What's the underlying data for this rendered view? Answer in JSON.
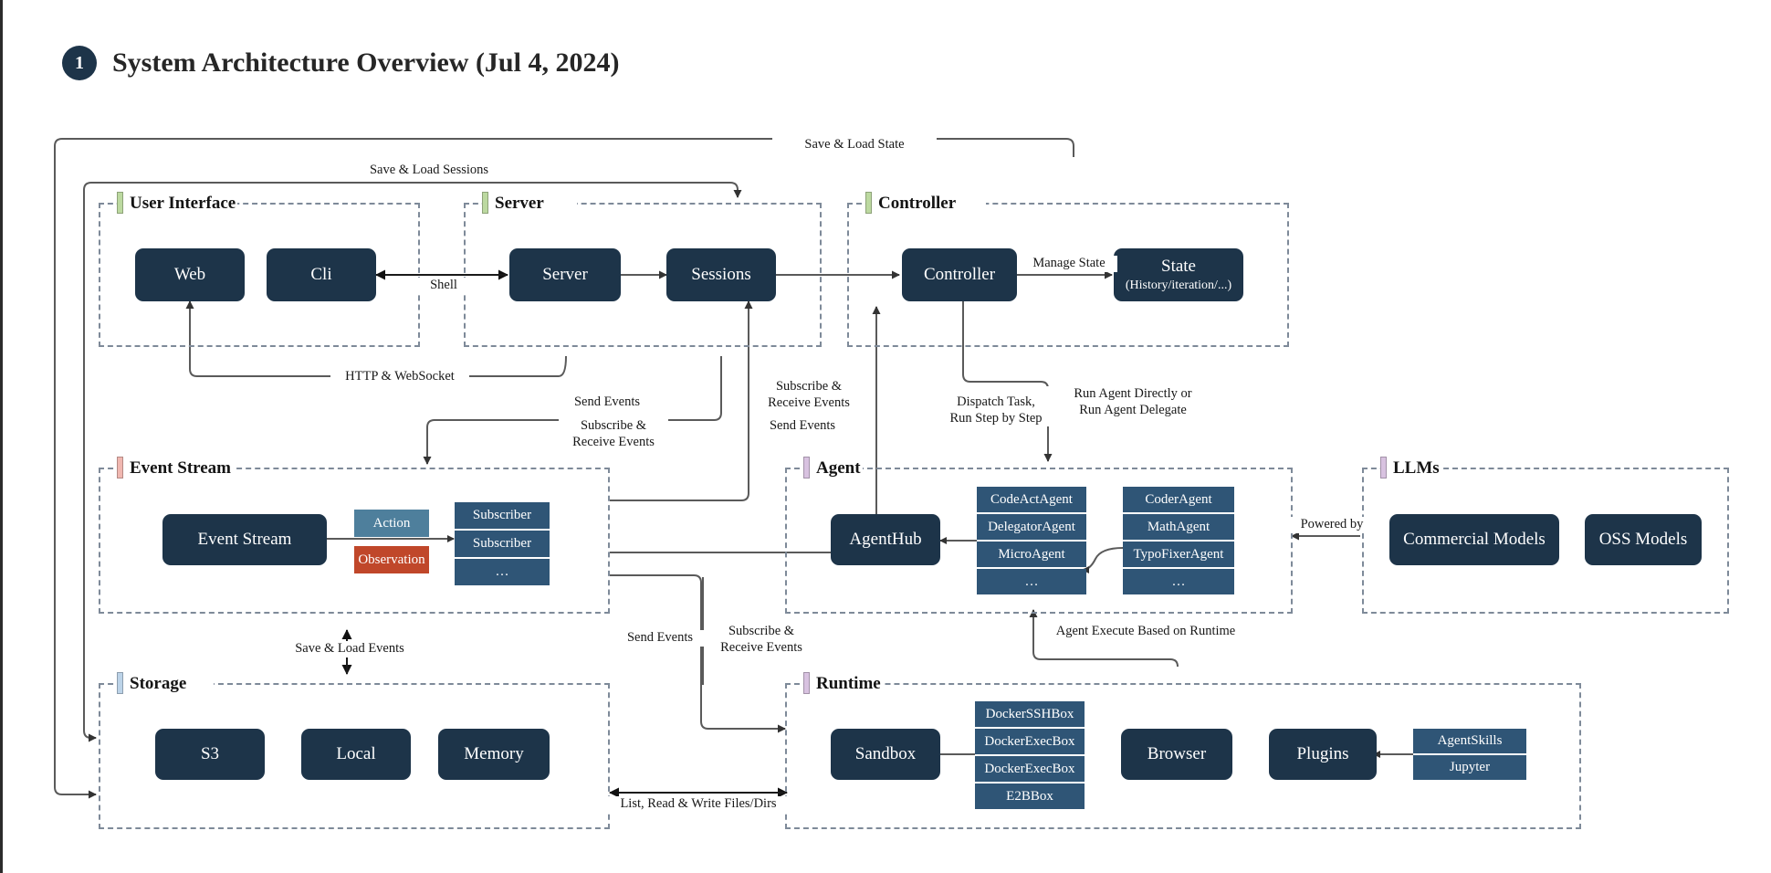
{
  "slide": {
    "number": "1",
    "title": "System Architecture Overview (Jul 4, 2024)"
  },
  "colors": {
    "node_fill": "#1d3449",
    "stack_fill": "#2f5576",
    "action_fill": "#4e7f9c",
    "observation_fill": "#c0472a",
    "group_border": "#7e8a99",
    "wire": "#5a5a5a",
    "marker_ui": "#bcd9a0",
    "marker_server": "#bcd9a0",
    "marker_controller": "#bcd9a0",
    "marker_event_stream": "#f0b7b0",
    "marker_agent": "#d8c2e0",
    "marker_llms": "#d8c2e0",
    "marker_storage": "#bcd3e8",
    "marker_runtime": "#d8c2e0"
  },
  "groups": {
    "user_interface": {
      "label": "User Interface"
    },
    "server": {
      "label": "Server"
    },
    "controller": {
      "label": "Controller"
    },
    "event_stream": {
      "label": "Event Stream"
    },
    "agent": {
      "label": "Agent"
    },
    "llms": {
      "label": "LLMs"
    },
    "storage": {
      "label": "Storage"
    },
    "runtime": {
      "label": "Runtime"
    }
  },
  "nodes": {
    "web": "Web",
    "cli": "Cli",
    "server": "Server",
    "sessions": "Sessions",
    "controller": "Controller",
    "state": "State",
    "state_sub": "(History/iteration/...)",
    "event_stream": "Event Stream",
    "agent_hub": "AgentHub",
    "commercial_models": "Commercial Models",
    "oss_models": "OSS Models",
    "s3": "S3",
    "local": "Local",
    "memory": "Memory",
    "sandbox": "Sandbox",
    "browser": "Browser",
    "plugins": "Plugins"
  },
  "chips": {
    "action": "Action",
    "observation": "Observation"
  },
  "stacks": {
    "subscribers": [
      "Subscriber",
      "Subscriber",
      "…"
    ],
    "agents_left": [
      "CodeActAgent",
      "DelegatorAgent",
      "MicroAgent",
      "…"
    ],
    "agents_right": [
      "CoderAgent",
      "MathAgent",
      "TypoFixerAgent",
      "…"
    ],
    "sandboxes": [
      "DockerSSHBox",
      "DockerExecBox",
      "DockerExecBox",
      "E2BBox"
    ],
    "plugin_items": [
      "AgentSkills",
      "Jupyter"
    ]
  },
  "edge_labels": {
    "save_load_state": "Save & Load State",
    "save_load_sessions": "Save & Load Sessions",
    "shell": "Shell",
    "manage_state": "Manage State",
    "http_websocket": "HTTP & WebSocket",
    "send_events_1": "Send Events",
    "subscribe_receive_1": "Subscribe &\nReceive Events",
    "subscribe_receive_2": "Subscribe &\nReceive Events",
    "send_events_2": "Send Events",
    "dispatch_task": "Dispatch Task,\nRun Step by Step",
    "run_agent": "Run Agent Directly or\nRun Agent Delegate",
    "powered_by": "Powered by",
    "save_load_events": "Save & Load Events",
    "send_events_3": "Send Events",
    "subscribe_receive_3": "Subscribe &\nReceive Events",
    "agent_execute": "Agent Execute Based on Runtime",
    "list_read_write": "List, Read & Write Files/Dirs"
  }
}
